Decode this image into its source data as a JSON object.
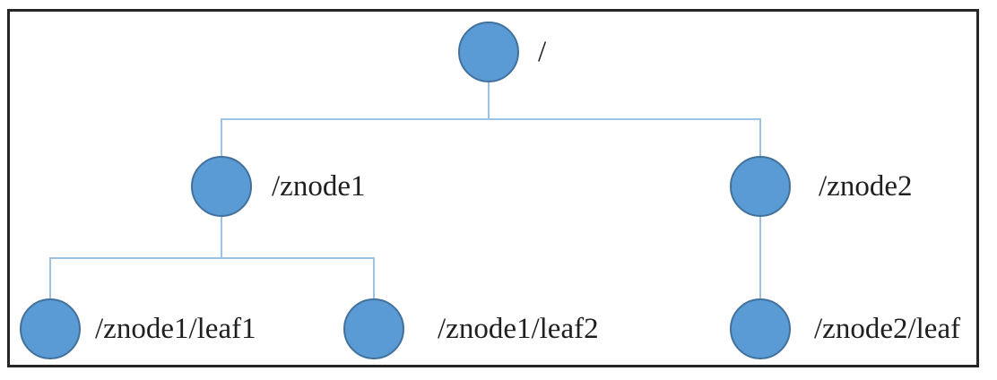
{
  "diagram": {
    "type": "tree",
    "nodes": [
      {
        "id": "root",
        "label": "/"
      },
      {
        "id": "znode1",
        "label": "/znode1"
      },
      {
        "id": "znode2",
        "label": "/znode2"
      },
      {
        "id": "znode1-leaf1",
        "label": "/znode1/leaf1"
      },
      {
        "id": "znode1-leaf2",
        "label": "/znode1/leaf2"
      },
      {
        "id": "znode2-leaf",
        "label": "/znode2/leaf"
      }
    ],
    "edges": [
      {
        "from": "/",
        "to": "/znode1"
      },
      {
        "from": "/",
        "to": "/znode2"
      },
      {
        "from": "/znode1",
        "to": "/znode1/leaf1"
      },
      {
        "from": "/znode1",
        "to": "/znode1/leaf2"
      },
      {
        "from": "/znode2",
        "to": "/znode2/leaf"
      }
    ],
    "colors": {
      "node_fill": "#5b9bd5",
      "node_stroke": "#41719c",
      "connector": "#9cc2e5",
      "frame_border": "#262626",
      "text": "#1f1f1f"
    }
  }
}
